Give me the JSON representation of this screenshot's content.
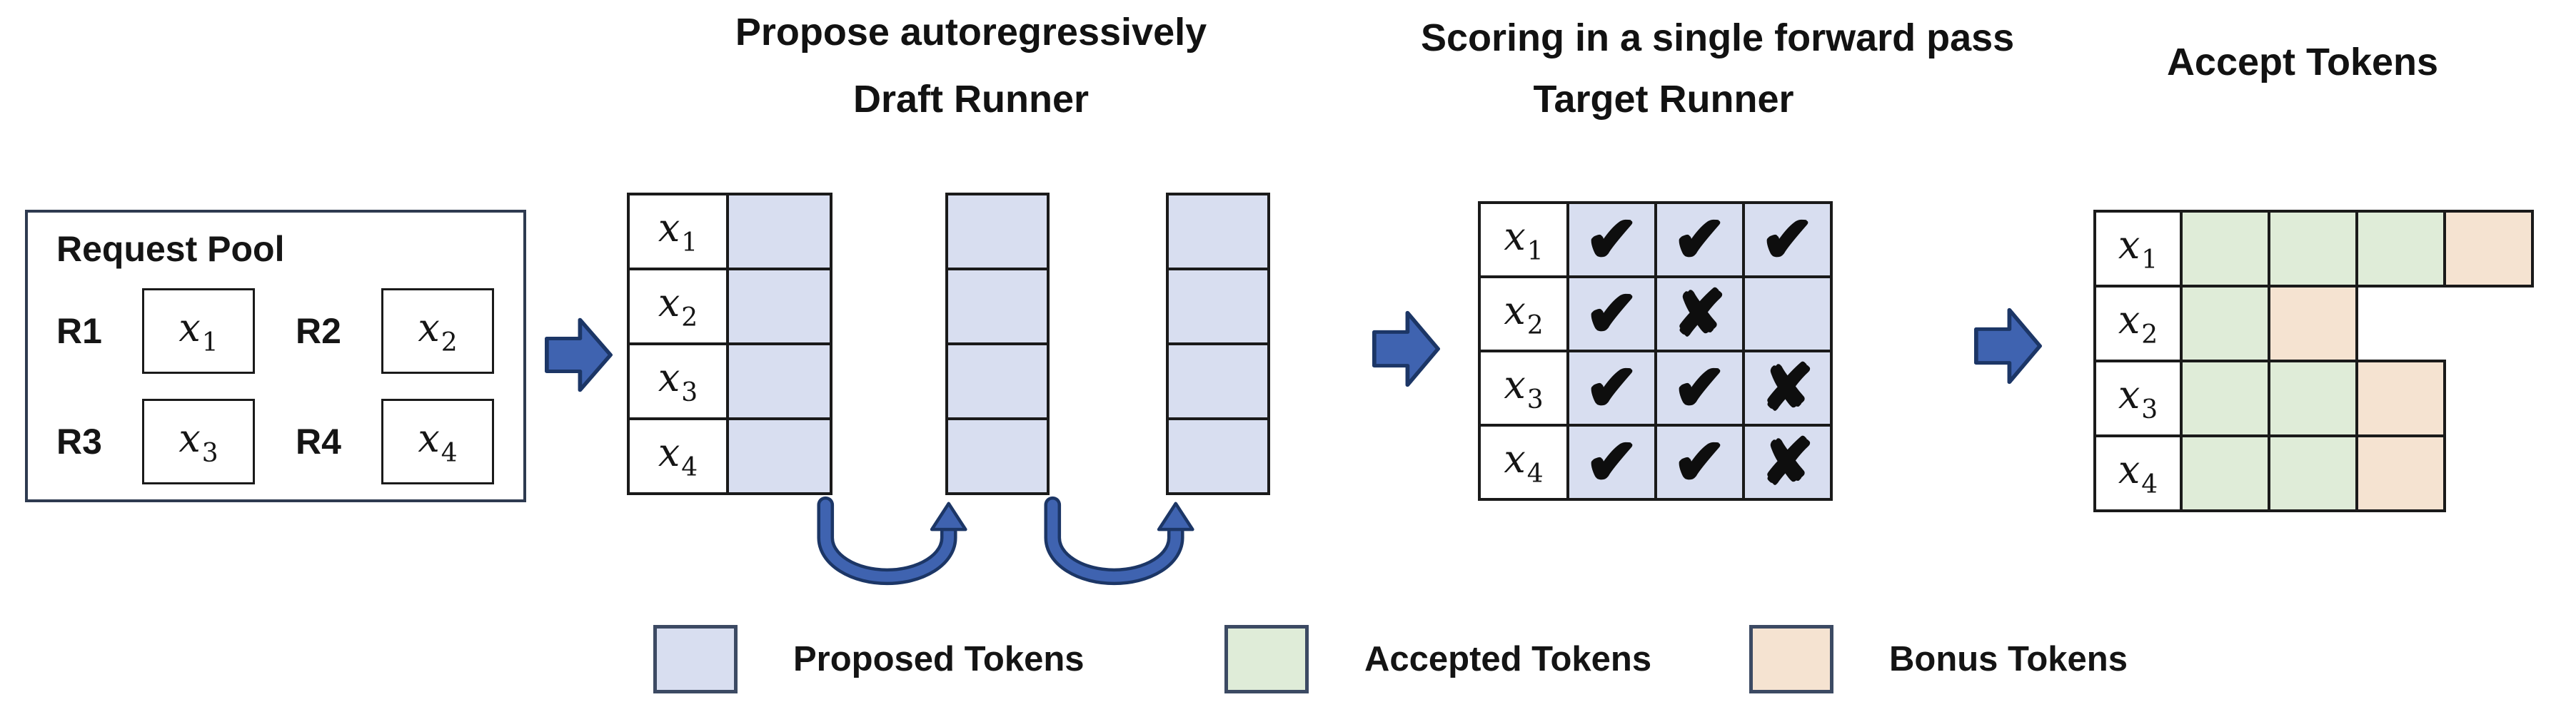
{
  "titles": {
    "propose": "Propose autoregressively",
    "draft_runner": "Draft Runner",
    "scoring": "Scoring in a single forward pass",
    "target_runner": "Target Runner",
    "accept": "Accept Tokens"
  },
  "request_pool": {
    "title": "Request Pool",
    "requests": [
      {
        "id": "R1",
        "token": {
          "base": "x",
          "sub": "1"
        }
      },
      {
        "id": "R2",
        "token": {
          "base": "x",
          "sub": "2"
        }
      },
      {
        "id": "R3",
        "token": {
          "base": "x",
          "sub": "3"
        }
      },
      {
        "id": "R4",
        "token": {
          "base": "x",
          "sub": "4"
        }
      }
    ]
  },
  "draft": {
    "rows": [
      {
        "base": "x",
        "sub": "1"
      },
      {
        "base": "x",
        "sub": "2"
      },
      {
        "base": "x",
        "sub": "3"
      },
      {
        "base": "x",
        "sub": "4"
      }
    ],
    "extra_iteration_columns": 2,
    "cells_per_column": 4
  },
  "target": {
    "rows": [
      {
        "token": {
          "base": "x",
          "sub": "1"
        },
        "marks": [
          "check",
          "check",
          "check"
        ]
      },
      {
        "token": {
          "base": "x",
          "sub": "2"
        },
        "marks": [
          "check",
          "cross",
          "none"
        ]
      },
      {
        "token": {
          "base": "x",
          "sub": "3"
        },
        "marks": [
          "check",
          "check",
          "cross"
        ]
      },
      {
        "token": {
          "base": "x",
          "sub": "4"
        },
        "marks": [
          "check",
          "check",
          "cross"
        ]
      }
    ]
  },
  "accept": {
    "rows": [
      {
        "token": {
          "base": "x",
          "sub": "1"
        },
        "cells": [
          "accepted",
          "accepted",
          "accepted",
          "bonus"
        ]
      },
      {
        "token": {
          "base": "x",
          "sub": "2"
        },
        "cells": [
          "accepted",
          "bonus"
        ]
      },
      {
        "token": {
          "base": "x",
          "sub": "3"
        },
        "cells": [
          "accepted",
          "accepted",
          "bonus"
        ]
      },
      {
        "token": {
          "base": "x",
          "sub": "4"
        },
        "cells": [
          "accepted",
          "accepted",
          "bonus"
        ]
      }
    ]
  },
  "legend": {
    "items": [
      {
        "label": "Proposed Tokens",
        "type": "proposed"
      },
      {
        "label": "Accepted Tokens",
        "type": "accepted"
      },
      {
        "label": "Bonus Tokens",
        "type": "bonus"
      }
    ]
  },
  "glyphs": {
    "check": "✔",
    "cross": "✘"
  },
  "icons": {
    "flow_arrow": "block-arrow-right",
    "loop_arrow": "u-turn-up-arrow"
  },
  "colors": {
    "proposed": "#d8def0",
    "accepted": "#dfecd8",
    "bonus": "#f5e3d1",
    "arrow": "#3f63b0",
    "arrow_outline": "#1c3666",
    "grid_line": "#1a1a1a"
  }
}
